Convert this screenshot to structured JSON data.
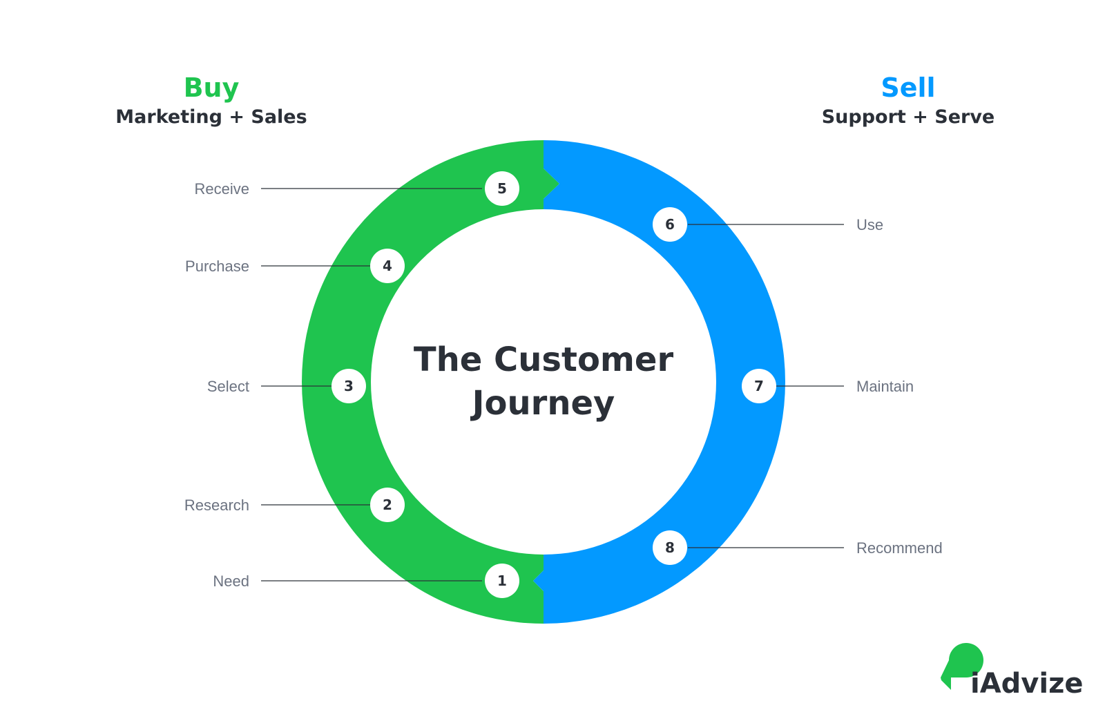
{
  "headings": {
    "buy": {
      "title": "Buy",
      "subtitle": "Marketing + Sales",
      "color": "#1fc44f"
    },
    "sell": {
      "title": "Sell",
      "subtitle": "Support + Serve",
      "color": "#0399ff"
    }
  },
  "center_title": {
    "line1": "The Customer",
    "line2": "Journey"
  },
  "steps": [
    {
      "number": "1",
      "label": "Need"
    },
    {
      "number": "2",
      "label": "Research"
    },
    {
      "number": "3",
      "label": "Select"
    },
    {
      "number": "4",
      "label": "Purchase"
    },
    {
      "number": "5",
      "label": "Receive"
    },
    {
      "number": "6",
      "label": "Use"
    },
    {
      "number": "7",
      "label": "Maintain"
    },
    {
      "number": "8",
      "label": "Recommend"
    }
  ],
  "colors": {
    "buy_ring": "#1fc44f",
    "sell_ring": "#0399ff",
    "text_dark": "#2b3038",
    "label_gray": "#6b7280"
  },
  "logo": {
    "text": "iAdvize",
    "icon": "speech-bubble-icon"
  }
}
